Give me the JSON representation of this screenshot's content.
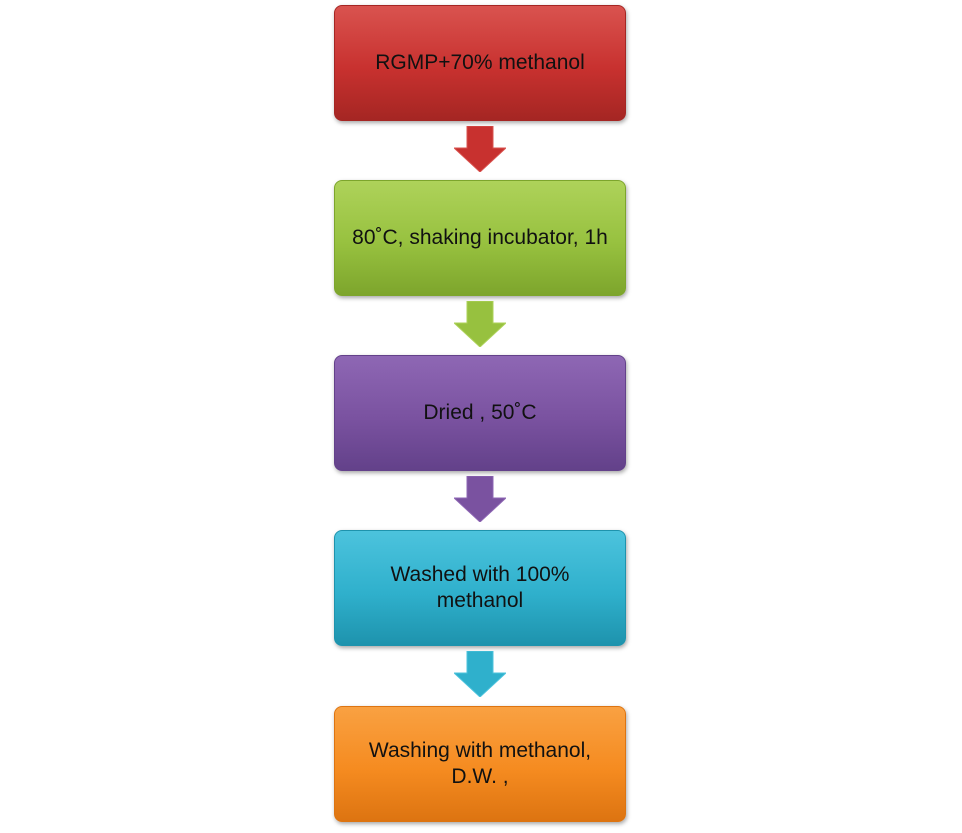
{
  "steps": [
    {
      "text": "RGMP+70% methanol",
      "color": "#c8312f",
      "light": "#d9534f",
      "dark": "#a52623"
    },
    {
      "text": "80˚C, shaking incubator, 1h",
      "color": "#97c13f",
      "light": "#aed25a",
      "dark": "#7da52c"
    },
    {
      "text": "Dried , 50˚C",
      "color": "#7a52a0",
      "light": "#8e67b4",
      "dark": "#63418a"
    },
    {
      "text": "Washed with 100% methanol",
      "color": "#2fb0cc",
      "light": "#4cc3dd",
      "dark": "#1e93ad"
    },
    {
      "text": "Washing with methanol, D.W. ,",
      "color": "#f58b20",
      "light": "#f9a142",
      "dark": "#dd7411"
    }
  ]
}
